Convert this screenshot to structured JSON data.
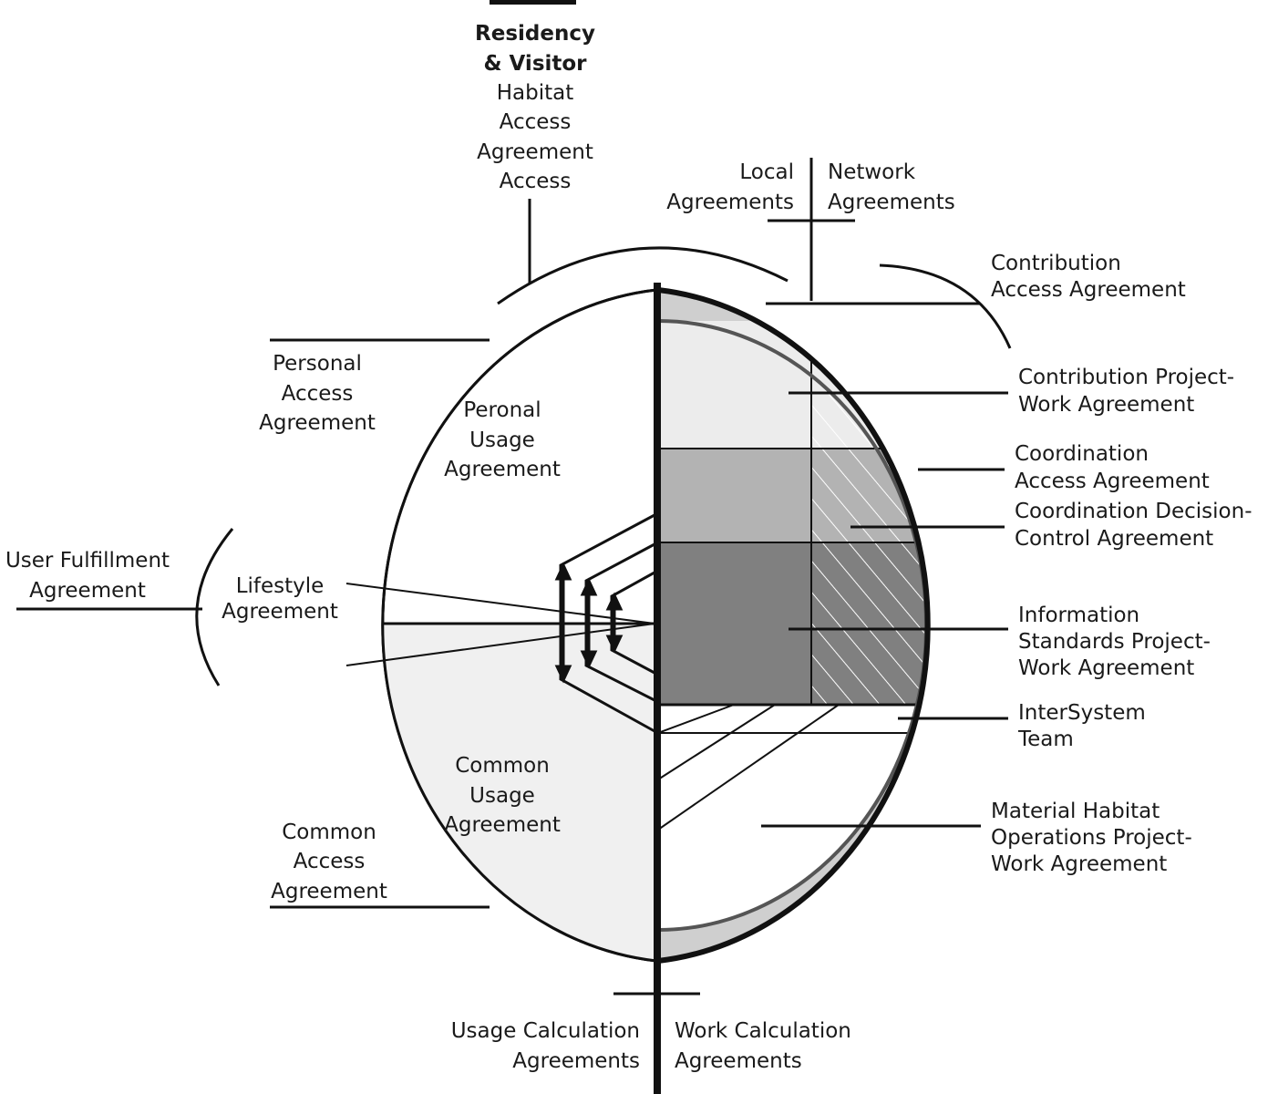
{
  "diagram": {
    "top": {
      "title_line1": "Residency",
      "title_line2": "& Visitor",
      "sub_line1": "Habitat",
      "sub_line2": "Access",
      "sub_line3": "Agreement",
      "sub_line4": "Access"
    },
    "local": {
      "line1": "Local",
      "line2": "Agreements"
    },
    "network": {
      "line1": "Network",
      "line2": "Agreements"
    },
    "contribution_access": {
      "line1": "Contribution",
      "line2": "Access Agreement"
    },
    "contribution_project": {
      "line1": "Contribution Project-",
      "line2": "Work Agreement"
    },
    "coordination_access": {
      "line1": "Coordination",
      "line2": "Access Agreement"
    },
    "coordination_decision": {
      "line1": "Coordination Decision-",
      "line2": "Control Agreement"
    },
    "information_standards": {
      "line1": "Information",
      "line2": "Standards Project-",
      "line3": "Work Agreement"
    },
    "intersystem": {
      "line1": "InterSystem",
      "line2": "Team"
    },
    "material_habitat": {
      "line1": "Material Habitat",
      "line2": "Operations Project-",
      "line3": "Work Agreement"
    },
    "personal_access": {
      "line1": "Personal",
      "line2": "Access",
      "line3": "Agreement"
    },
    "personal_usage": {
      "line1": "Peronal",
      "line2": "Usage",
      "line3": "Agreement"
    },
    "user_fulfillment": {
      "line1": "User Fulfillment",
      "line2": "Agreement"
    },
    "lifestyle": {
      "line1": "Lifestyle",
      "line2": "Agreement"
    },
    "common_usage": {
      "line1": "Common",
      "line2": "Usage",
      "line3": "Agreement"
    },
    "common_access": {
      "line1": "Common",
      "line2": "Access",
      "line3": "Agreement"
    },
    "usage_calc": {
      "line1": "Usage Calculation",
      "line2": "Agreements"
    },
    "work_calc": {
      "line1": "Work Calculation",
      "line2": "Agreements"
    }
  },
  "colors": {
    "outline": "#111111",
    "common_fill": "#f0f0f0",
    "contribution_fill": "#ececec",
    "coordination_fill": "#b3b3b3",
    "information_fill": "#808080",
    "ring_fill": "#cfcfcf"
  }
}
